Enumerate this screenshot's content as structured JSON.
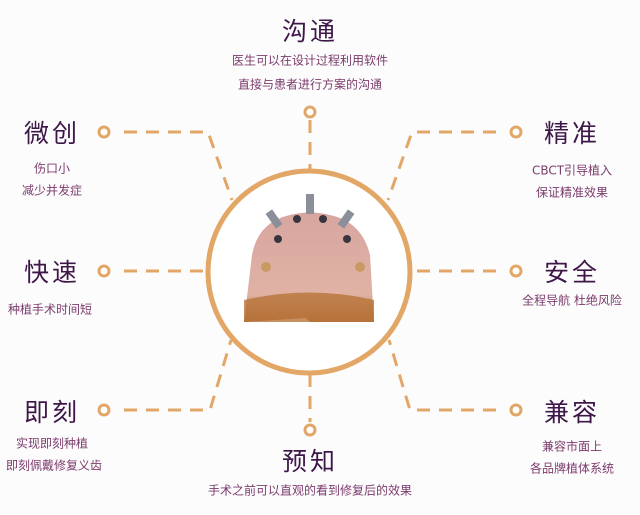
{
  "colors": {
    "line": "#e2a766",
    "title": "#3e1748",
    "subtitle": "#7b3b6c"
  },
  "center_image": "dental-implant-guide-icon",
  "features": {
    "top": {
      "title": "沟通",
      "lines": [
        "医生可以在设计过程利用软件",
        "直接与患者进行方案的沟通"
      ]
    },
    "left1": {
      "title": "微创",
      "lines": [
        "伤口小",
        "减少并发症"
      ]
    },
    "right1": {
      "title": "精准",
      "lines": [
        "CBCT引导植入",
        "保证精准效果"
      ]
    },
    "left2": {
      "title": "快速",
      "lines": [
        "种植手术时间短"
      ]
    },
    "right2": {
      "title": "安全",
      "lines": [
        "全程导航 杜绝风险"
      ]
    },
    "left3": {
      "title": "即刻",
      "lines": [
        "实现即刻种植",
        "即刻佩戴修复义齿"
      ]
    },
    "right3": {
      "title": "兼容",
      "lines": [
        "兼容市面上",
        "各品牌植体系统"
      ]
    },
    "bottom": {
      "title": "预知",
      "lines": [
        "手术之前可以直观的看到修复后的效果"
      ]
    }
  }
}
